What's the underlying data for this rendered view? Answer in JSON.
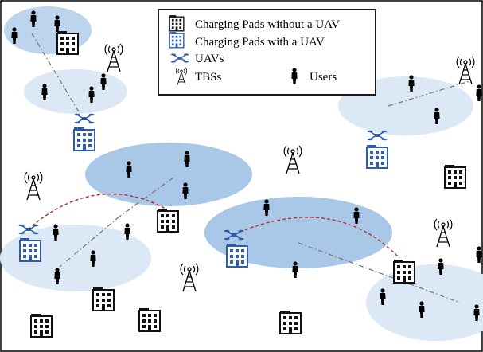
{
  "legend": {
    "pad_without_uav": "Charging Pads without a UAV",
    "pad_with_uav": "Charging Pads with a UAV",
    "uavs": "UAVs",
    "tbss": "TBSs",
    "users": "Users"
  },
  "icons": {
    "user": "user-icon",
    "tbs": "tbs-antenna-icon",
    "pad_empty": "charging-pad-icon",
    "pad_with_uav": "charging-pad-with-uav-icon",
    "uav": "uav-icon"
  },
  "colors": {
    "coverage_dark": "#a9c7e6",
    "coverage_light": "#d6e4f4",
    "uav_pad_blue": "#2e5ca8",
    "building_black": "#111111",
    "link_red": "#c0282d",
    "link_gray": "#7a7a7a"
  }
}
